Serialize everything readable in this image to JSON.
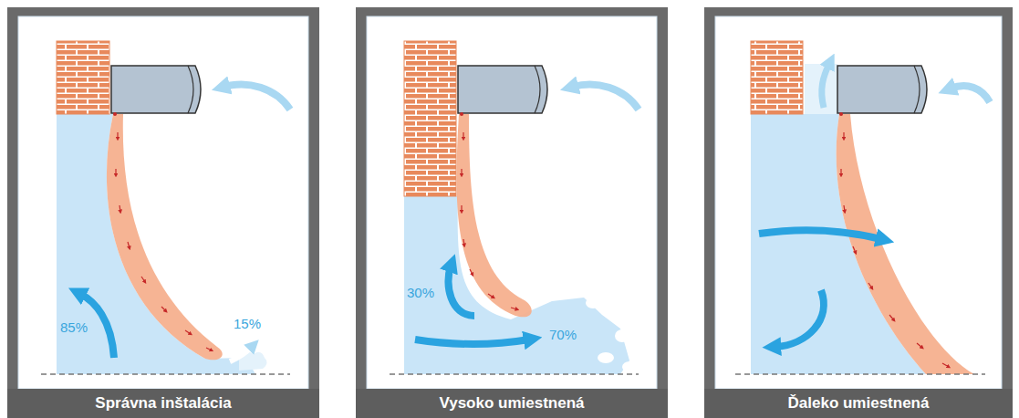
{
  "diagram": {
    "nodes": [
      {
        "text": [
          "Správna inštalácia"
        ]
      },
      {
        "text": [
          "Vysoko umiestnená"
        ]
      },
      {
        "text": [
          "Ďaleko umiestnená"
        ]
      }
    ],
    "labels": [
      "85%",
      "15%",
      "30%",
      "70%"
    ]
  }
}
